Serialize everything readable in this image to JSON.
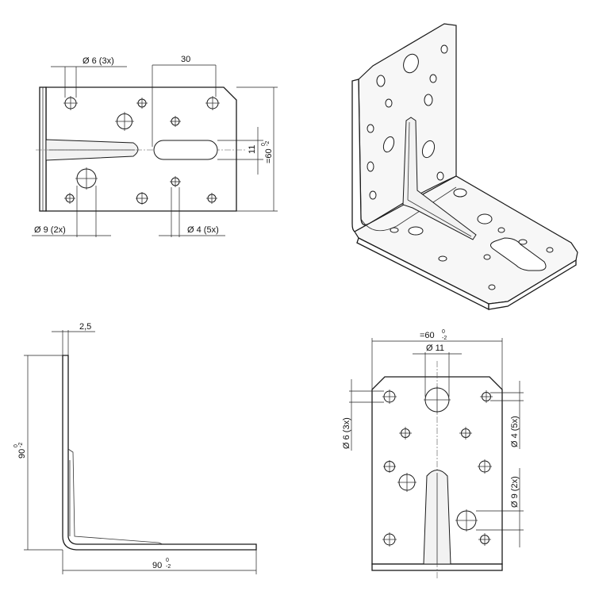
{
  "top_view": {
    "dia6": "Ø 6 (3x)",
    "dist30": "30",
    "dim11": "11",
    "dim60": "=60",
    "tol_a": "0",
    "tol_b": "-2",
    "dia9": "Ø 9 (2x)",
    "dia4": "Ø 4 (5x)"
  },
  "side_view": {
    "thickness": "2,5",
    "height": "90",
    "width": "90",
    "tol_a": "0",
    "tol_b": "-2"
  },
  "front_view": {
    "dim60": "=60",
    "dia11": "Ø 11",
    "dia6": "Ø 6 (3x)",
    "dia4": "Ø 4 (5x)",
    "dia9": "Ø 9 (2x)",
    "tol_a": "0",
    "tol_b": "-2"
  }
}
